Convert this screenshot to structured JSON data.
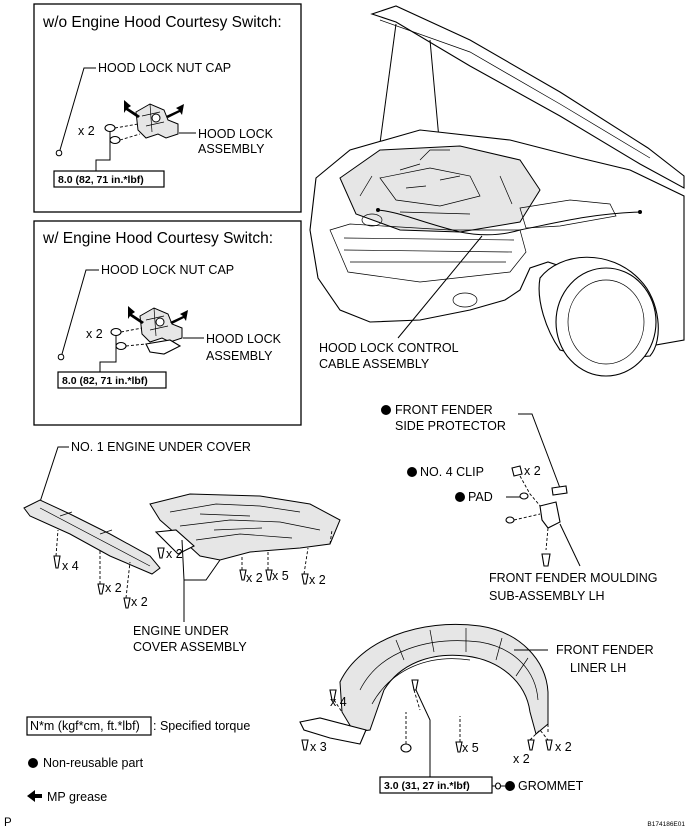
{
  "panel_without_switch": {
    "title": "w/o Engine Hood Courtesy Switch:",
    "nut_cap_label": "HOOD LOCK NUT CAP",
    "count": "x 2",
    "assembly_label_1": "HOOD LOCK",
    "assembly_label_2": "ASSEMBLY",
    "torque": "8.0 (82, 71 in.*lbf)"
  },
  "panel_with_switch": {
    "title": "w/ Engine Hood Courtesy Switch:",
    "nut_cap_label": "HOOD LOCK NUT CAP",
    "count": "x 2",
    "assembly_label_1": "HOOD LOCK",
    "assembly_label_2": "ASSEMBLY",
    "torque": "8.0 (82, 71 in.*lbf)"
  },
  "car": {
    "cable_label_1": "HOOD LOCK CONTROL",
    "cable_label_2": "CABLE ASSEMBLY"
  },
  "fender": {
    "protector_label_1": "FRONT FENDER",
    "protector_label_2": "SIDE PROTECTOR",
    "clip_label": "NO. 4 CLIP",
    "clip_count": "x 2",
    "pad_label": "PAD",
    "moulding_label_1": "FRONT FENDER MOULDING",
    "moulding_label_2": "SUB-ASSEMBLY LH"
  },
  "under_cover": {
    "no1_label": "NO. 1 ENGINE UNDER COVER",
    "assembly_label_1": "ENGINE UNDER",
    "assembly_label_2": "COVER ASSEMBLY",
    "count_left_x4": "x 4",
    "count_left_x2a": "x 2",
    "count_left_x2b": "x 2",
    "count_mid_x2": "x 2",
    "count_mid_x2b": "x 2",
    "count_mid_x5": "x 5",
    "count_right_x2": "x 2"
  },
  "liner": {
    "label_1": "FRONT FENDER",
    "label_2": "LINER LH",
    "count_x4": "x 4",
    "count_x3": "x 3",
    "count_x5": "x 5",
    "count_x2a": "x 2",
    "count_x2b": "x 2",
    "grommet_label": "GROMMET",
    "torque": "3.0 (31, 27 in.*lbf)"
  },
  "legend": {
    "torque_units": "N*m (kgf*cm, ft.*lbf)",
    "torque_text": ": Specified torque",
    "nonreusable": "Non-reusable part",
    "grease": "MP grease"
  },
  "footer": {
    "left": "P",
    "right": "B174186E01"
  }
}
